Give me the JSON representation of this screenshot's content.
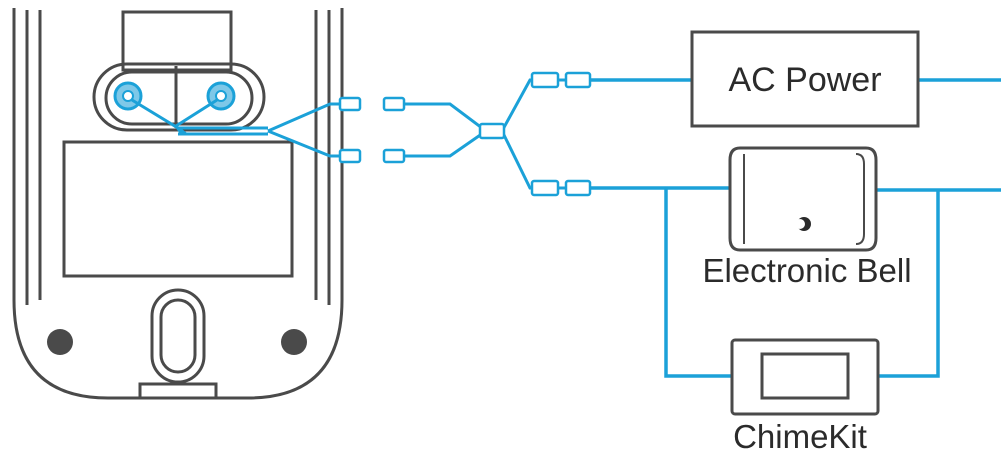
{
  "diagram": {
    "components": {
      "ac_power": "AC Power",
      "electronic_bell": "Electronic Bell",
      "chime_kit": "ChimeKit"
    },
    "colors": {
      "wire": "#1ba1d8",
      "outline": "#4a4a4a",
      "text": "#2b2b2b",
      "screw_fill": "#7ec8e8",
      "foot": "#4a4a4a"
    },
    "icons": [
      "doorbell-device-icon",
      "electronic-bell-icon",
      "chimekit-icon"
    ]
  }
}
